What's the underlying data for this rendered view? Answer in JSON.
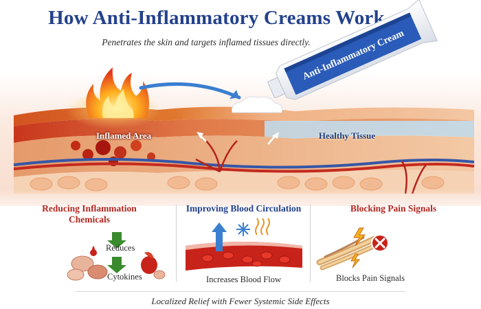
{
  "title": "How Anti-Inflammatory Creams Work",
  "subtitle": "Penetrates the skin and targets inflamed tissues directly.",
  "tube_label": "Anti-Inflammatory Cream",
  "skin": {
    "inflamed_label": "Inflamed Area",
    "healthy_label": "Healthy Tissue"
  },
  "panels": {
    "reduce": {
      "title_line1": "Reducing Inflammation",
      "title_line2": "Chemicals",
      "reduces": "Reduces",
      "cytokines": "Cytokines"
    },
    "circulation": {
      "title": "Improving Blood Circulation",
      "caption": "Increases Blood Flow"
    },
    "pain": {
      "title": "Blocking Pain Signals",
      "caption": "Blocks Pain Signals"
    }
  },
  "footer": "Localized Relief with Fewer Systemic Side Effects",
  "colors": {
    "title": "#23418c",
    "accent_red": "#b3261e",
    "tube_blue": "#2a5bb8",
    "arrow_blue": "#3a7fd0",
    "healthy_tissue": "#bfe0f4"
  }
}
